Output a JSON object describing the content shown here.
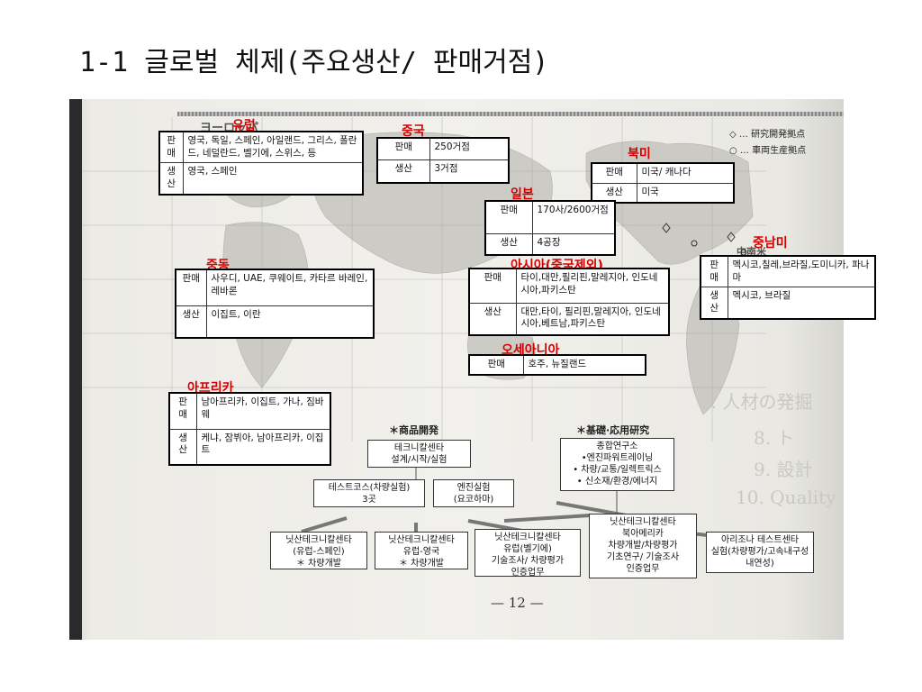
{
  "title": "1-1 글로벌 체제(주요생산/ 판매거점)",
  "legend": {
    "rd_symbol": "◇",
    "rd_text": "… 研究開発拠点",
    "prod_symbol": "○",
    "prod_text": "… 車両生産拠点"
  },
  "background_text": [
    "8. ト",
    "9. 設計",
    "10. Quality",
    "7. 人材の発掘"
  ],
  "ghost_labels": {
    "europe": "ヨーロッパ",
    "south_america": "中南米"
  },
  "regions": {
    "europe": {
      "label": "유럽",
      "sales_head": "판매",
      "sales": "영국, 독일, 스페인, 아일랜드, 그리스, 폴란드, 네덜란드, 벨기에, 스위스, 등",
      "prod_head": "생산",
      "prod": "영국, 스페인"
    },
    "china": {
      "label": "중국",
      "sales_head": "판매",
      "sales": "250거점",
      "prod_head": "생산",
      "prod": "3거점"
    },
    "north_america": {
      "label": "북미",
      "sales_head": "판매",
      "sales": "미국/ 캐나다",
      "prod_head": "생산",
      "prod": "미국"
    },
    "japan": {
      "label": "일본",
      "sales_head": "판매",
      "sales": "170사/2600거점",
      "prod_head": "생산",
      "prod": "4공장"
    },
    "latin_america": {
      "label": "중남미",
      "sales_head": "판매",
      "sales": "멕시코,칠레,브라질,도미니카, 파나마",
      "prod_head": "생산",
      "prod": "멕시코, 브라질"
    },
    "middle_east": {
      "label": "중동",
      "sales_head": "판매",
      "sales": "사우디, UAE, 쿠웨이트, 카타르 바레인, 레바론",
      "prod_head": "생산",
      "prod": "이집트, 이란"
    },
    "asia": {
      "label": "아시아(중국제외)",
      "sales_head": "판매",
      "sales": "타이,대만,필리핀,말레지아, 인도네시아,파키스탄",
      "prod_head": "생산",
      "prod": "대만,타이, 필리핀,말레지아, 인도네시아,베트남,파키스탄"
    },
    "oceania": {
      "label": "오세아니아",
      "sales_head": "판매",
      "sales": "호주, 뉴질랜드"
    },
    "africa": {
      "label": "아프리카",
      "sales_head": "판매",
      "sales": "남아프리카, 이집트, 가나, 짐바웨",
      "prod_head": "생산",
      "prod": "케냐, 잠뷔아, 남아프리카, 이집트"
    }
  },
  "org": {
    "product_dev_label": "＊商品開発",
    "research_label": "＊基礎·応用研究",
    "tech_center": "테크니칼센타\n설계/시작/실험",
    "research_center": "종합연구소\n•엔진파워트레이닝\n• 차량/교통/일렉트릭스\n• 신소재/환경/에너지",
    "test_course": "테스트코스(차량실험)\n3곳",
    "engine_test": "엔진실험\n(요코하마)",
    "spain_center": "닛산테크니칼센타\n(유럽-스페인)\n＊ 차량개발",
    "uk_center": "닛산테크니칼센타\n유럽-영국\n＊ 차량개발",
    "belgium_center": "닛산테크니칼센타\n유럽(벨기에)\n기술조사/ 차량평가\n인증업무",
    "na_center": "닛산테크니칼센타\n북아메리카\n차량개발/차량평가\n기초연구/ 기술조사\n인증업무",
    "arizona_center": "아리조나 테스트센타\n실험(차량평가/고속내구성\n내연성)"
  },
  "page_number": "— 12 —"
}
